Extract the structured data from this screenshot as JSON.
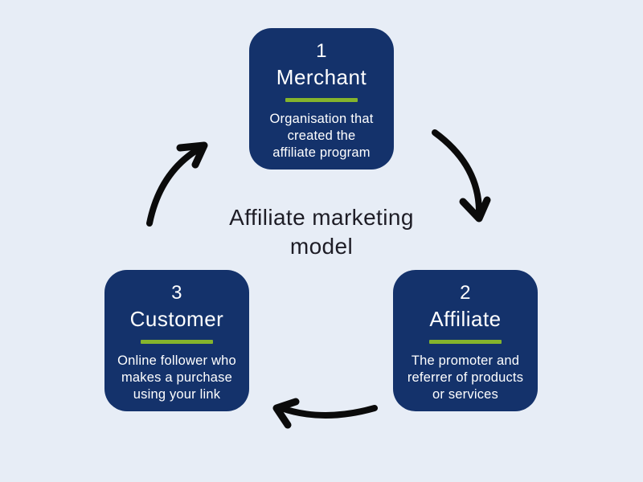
{
  "title": "Affiliate marketing model",
  "steps": [
    {
      "number": "1",
      "name": "Merchant",
      "description_lines": [
        "Organisation that",
        "created the",
        "affiliate program"
      ]
    },
    {
      "number": "2",
      "name": "Affiliate",
      "description_lines": [
        "The promoter and",
        "referrer of products",
        "or services"
      ]
    },
    {
      "number": "3",
      "name": "Customer",
      "description_lines": [
        "Online follower who",
        "makes a purchase",
        "using your link"
      ]
    }
  ],
  "arrows": [
    {
      "name": "curved-arrow-merchant-to-affiliate",
      "direction": "down-right"
    },
    {
      "name": "curved-arrow-affiliate-to-customer",
      "direction": "left"
    },
    {
      "name": "curved-arrow-customer-to-merchant",
      "direction": "up-right"
    }
  ],
  "colors": {
    "background": "#e7edf6",
    "card": "#14326b",
    "accent_line": "#85b42c",
    "card_text": "#ffffff",
    "title_text": "#1e1d26",
    "arrow": "#0b0b0b"
  }
}
